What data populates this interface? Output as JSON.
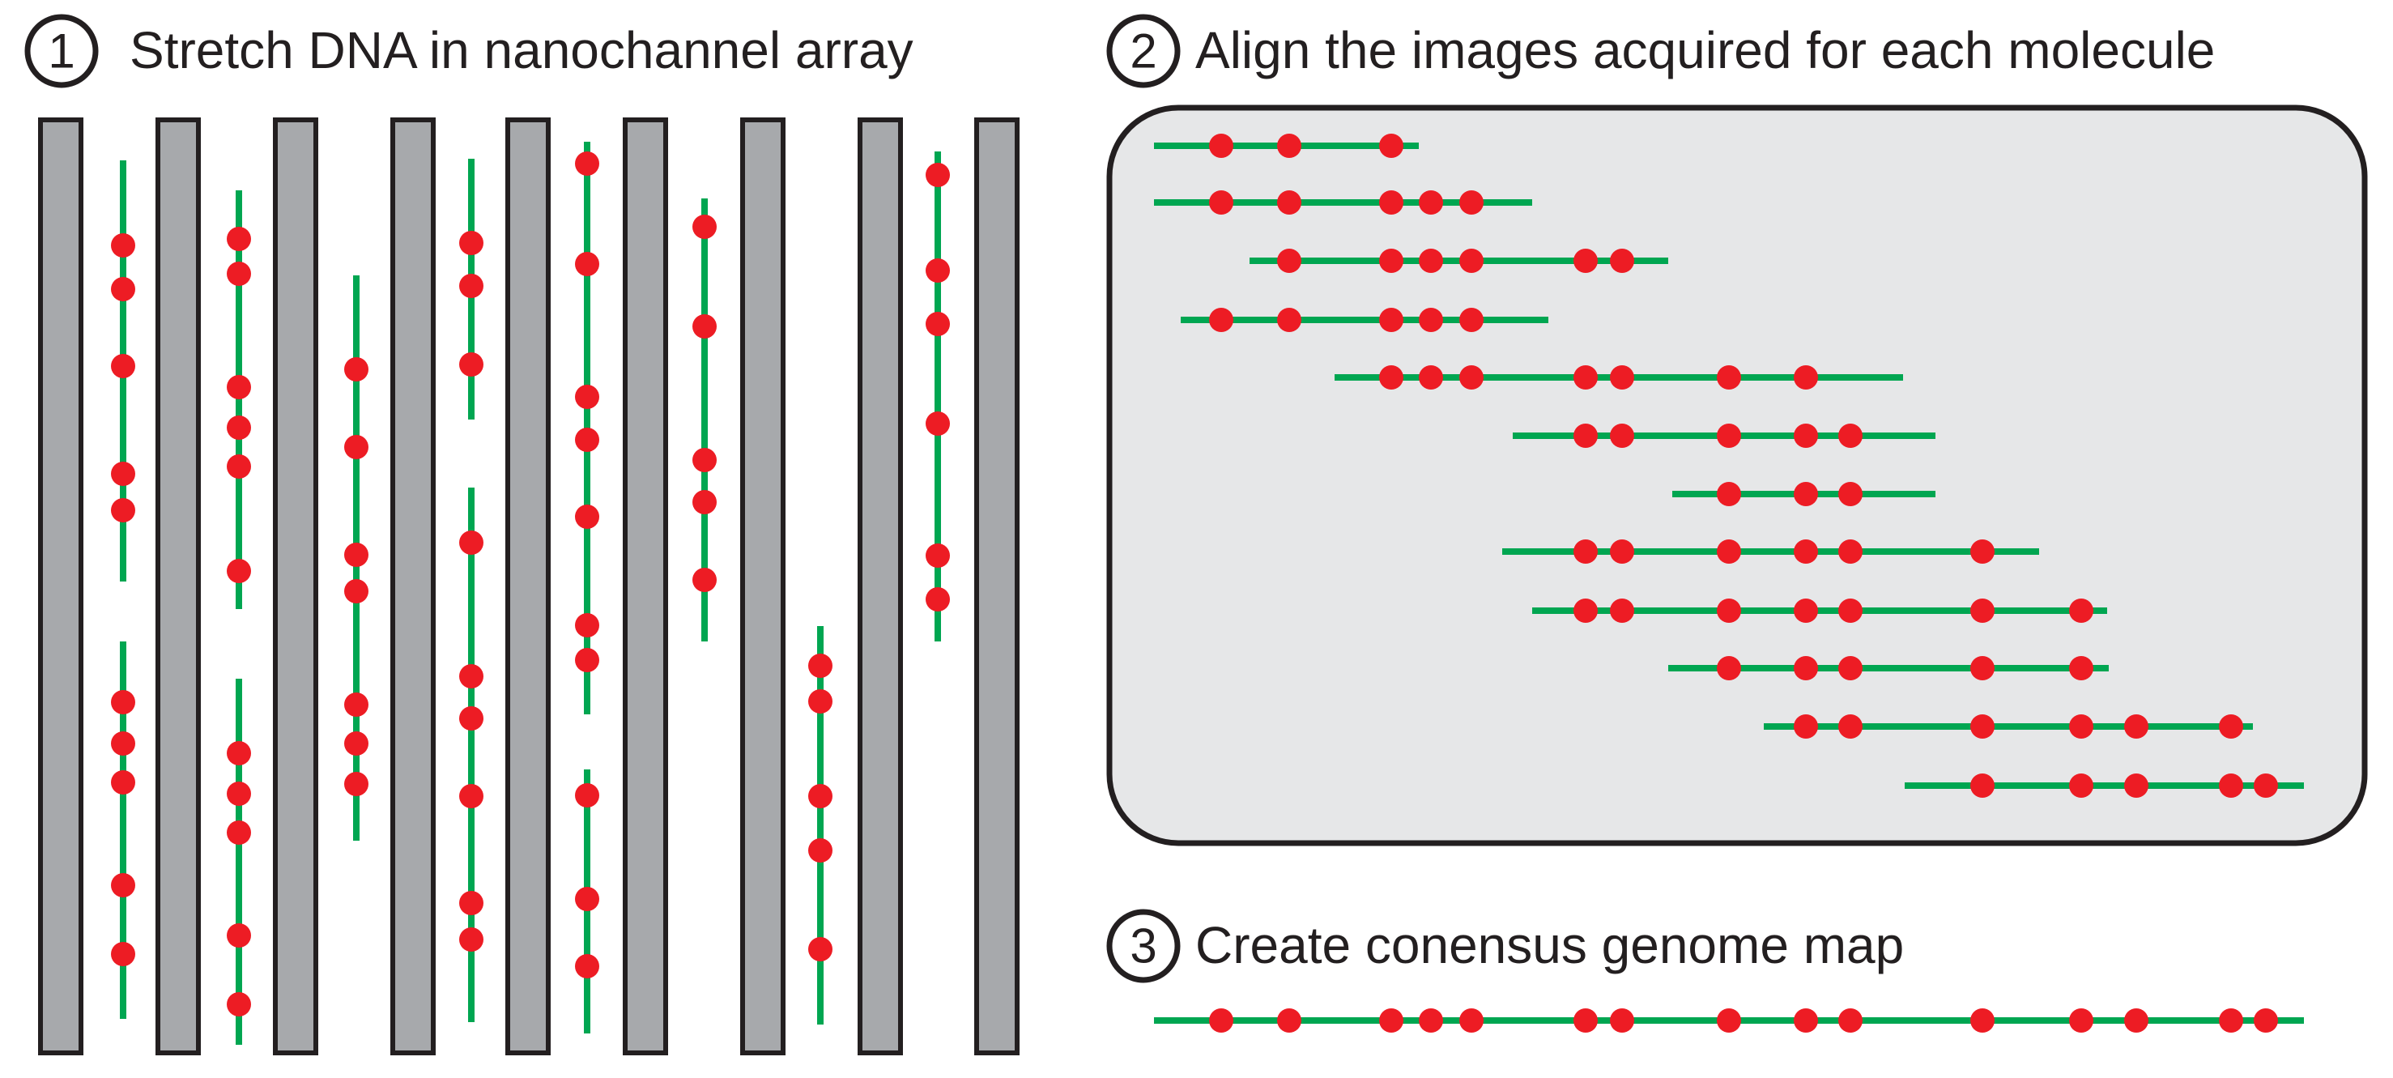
{
  "steps": [
    {
      "number": "1",
      "title": "Stretch DNA in nanochannel array"
    },
    {
      "number": "2",
      "title": "Align the images acquired for each molecule"
    },
    {
      "number": "3",
      "title": "Create conensus genome map"
    }
  ],
  "colors": {
    "dna": "#00a651",
    "label": "#ed1c24",
    "channel_fill": "#a7a9ac",
    "channel_stroke": "#231f20",
    "panel_fill": "#e6e7e8",
    "text": "#231f20"
  }
}
